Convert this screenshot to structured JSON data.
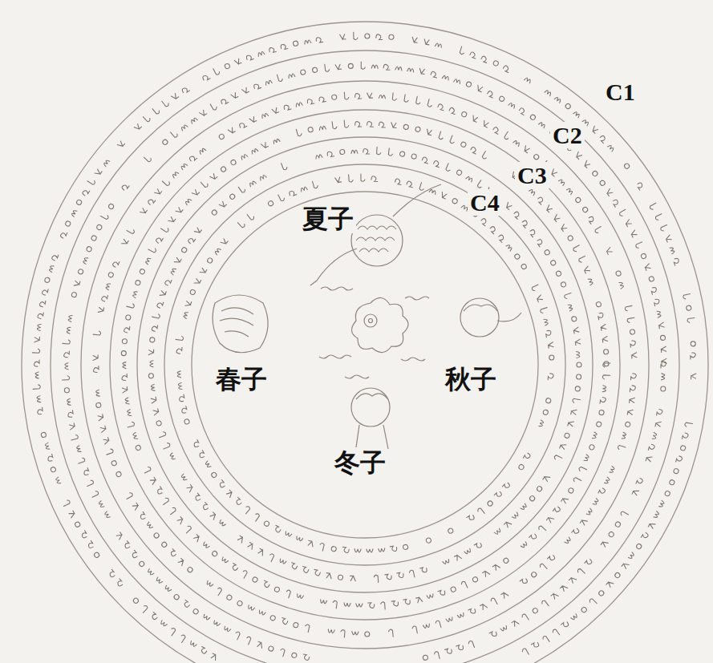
{
  "diagram": {
    "labels": [
      "C1",
      "C2",
      "C3",
      "C4",
      "夏子",
      "春子",
      "秋子",
      "冬子"
    ]
  }
}
